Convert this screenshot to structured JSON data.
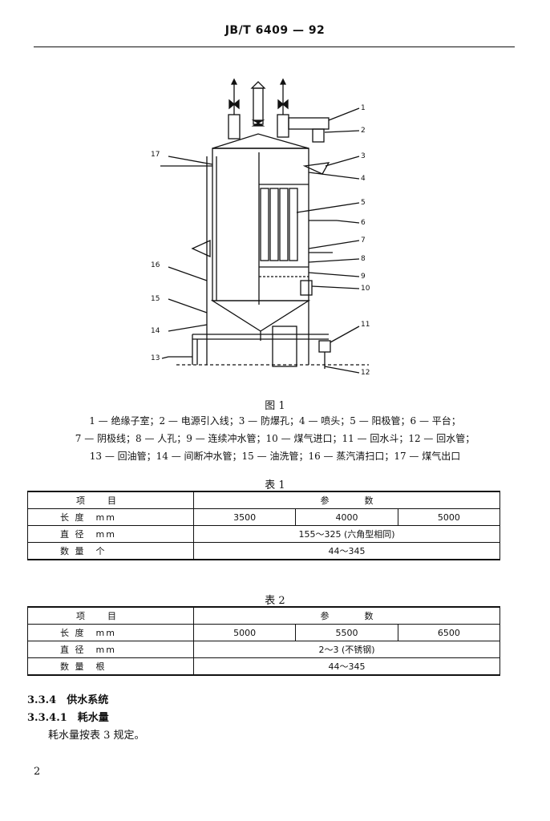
{
  "header": {
    "standard_no": "JB/T 6409 — 92"
  },
  "figure": {
    "callouts": [
      "1",
      "2",
      "3",
      "4",
      "5",
      "6",
      "7",
      "8",
      "9",
      "10",
      "11",
      "12",
      "13",
      "14",
      "15",
      "16",
      "17"
    ],
    "caption": "图 1",
    "legend_lines": [
      "1 — 绝缘子室；2 — 电源引入线；3 — 防爆孔；4 — 喷头；5 — 阳极管；6 — 平台；",
      "7 — 阴极线；8 — 人孔；9 — 连续冲水管；10 — 煤气进口；11 — 回水斗；12 — 回水管；",
      "13 — 回油管；14 — 间断冲水管；15 — 油洗管；16 — 蒸汽清扫口；17 — 煤气出口"
    ]
  },
  "table1": {
    "title": "表 1",
    "header": {
      "item": "项　　目",
      "param": "参　　　　数"
    },
    "rows": [
      {
        "label": "长 度　mm",
        "values": [
          "3500",
          "4000",
          "5000"
        ]
      },
      {
        "label": "直 径　mm",
        "value": "155～325 (六角型相同)"
      },
      {
        "label": "数 量　个",
        "value": "44～345"
      }
    ]
  },
  "table2": {
    "title": "表 2",
    "header": {
      "item": "项　　目",
      "param": "参　　　　数"
    },
    "rows": [
      {
        "label": "长 度　mm",
        "values": [
          "5000",
          "5500",
          "6500"
        ]
      },
      {
        "label": "直 径　mm",
        "value": "2～3 (不锈钢)"
      },
      {
        "label": "数 量　根",
        "value": "44～345"
      }
    ]
  },
  "sections": {
    "s334": "3.3.4　供水系统",
    "s3341": "3.3.4.1　耗水量",
    "para": "耗水量按表 3 规定。"
  },
  "page_number": "2"
}
